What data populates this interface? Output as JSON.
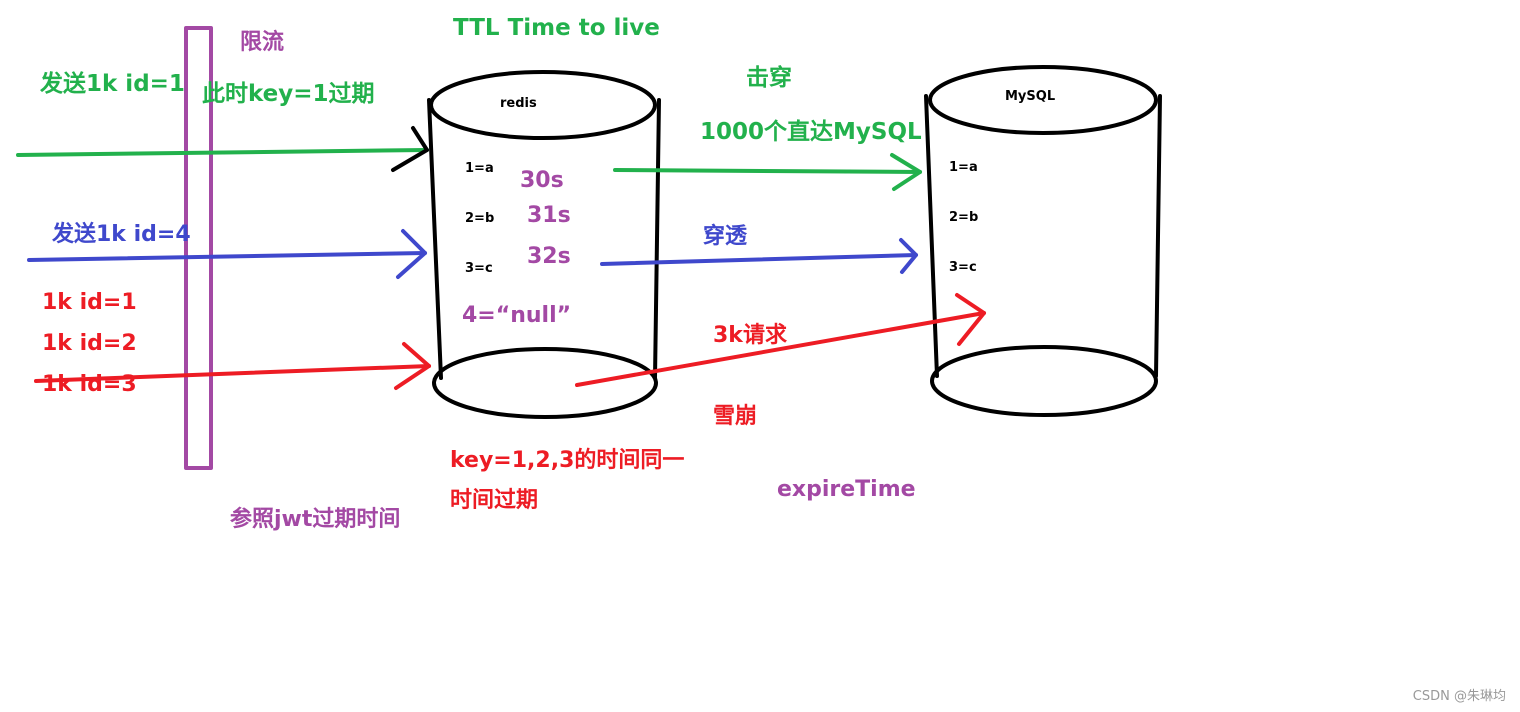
{
  "colors": {
    "green": "#22b14c",
    "blue": "#3f48cc",
    "red": "#ed1c24",
    "purple": "#a349a4",
    "black": "#000000"
  },
  "header": {
    "ttl_title": "TTL Time to live"
  },
  "rate_limit": {
    "label": "限流",
    "jwt_note": "参照jwt过期时间"
  },
  "flows": {
    "green": {
      "send_label": "发送1k id=1",
      "expire_note": "此时key=1过期",
      "breakdown_label": "击穿",
      "direct_label": "1000个直达MySQL"
    },
    "blue": {
      "send_label": "发送1k id=4",
      "penetration_label": "穿透"
    },
    "red": {
      "requests": [
        "1k id=1",
        "1k id=2",
        "1k id=3"
      ],
      "total_label": "3k请求",
      "avalanche_label": "雪崩",
      "same_time_line1": "key=1,2,3的时间同一",
      "same_time_line2": "时间过期"
    }
  },
  "redis": {
    "name": "redis",
    "entries": [
      "1=a",
      "2=b",
      "3=c"
    ],
    "ttls": [
      "30s",
      "31s",
      "32s"
    ],
    "null_entry": "4=“null”"
  },
  "mysql": {
    "name": "MySQL",
    "entries": [
      "1=a",
      "2=b",
      "3=c"
    ]
  },
  "expire_time_label": "expireTime",
  "watermark": "CSDN @朱琳均"
}
